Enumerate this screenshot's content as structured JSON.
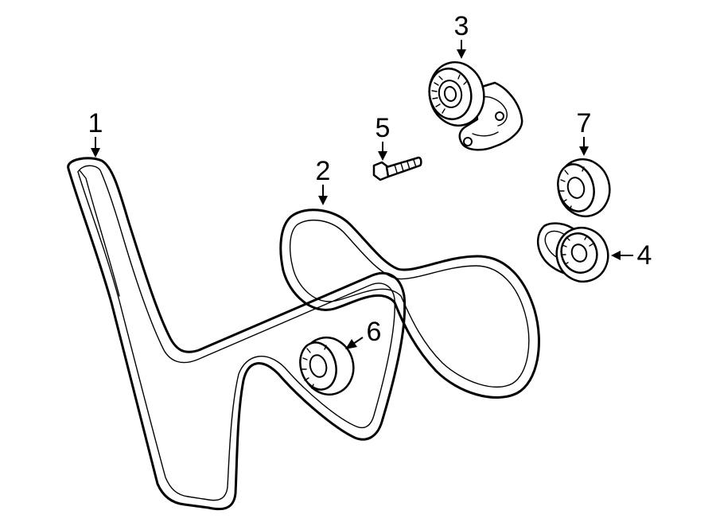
{
  "parts": [
    {
      "id": "belt-serpentine-large",
      "callout": "1"
    },
    {
      "id": "belt-serpentine-small",
      "callout": "2"
    },
    {
      "id": "belt-tensioner",
      "callout": "3"
    },
    {
      "id": "tensioner-pulley",
      "callout": "4"
    },
    {
      "id": "bolt",
      "callout": "5"
    },
    {
      "id": "idler-pulley-lower",
      "callout": "6"
    },
    {
      "id": "idler-pulley-upper",
      "callout": "7"
    }
  ]
}
